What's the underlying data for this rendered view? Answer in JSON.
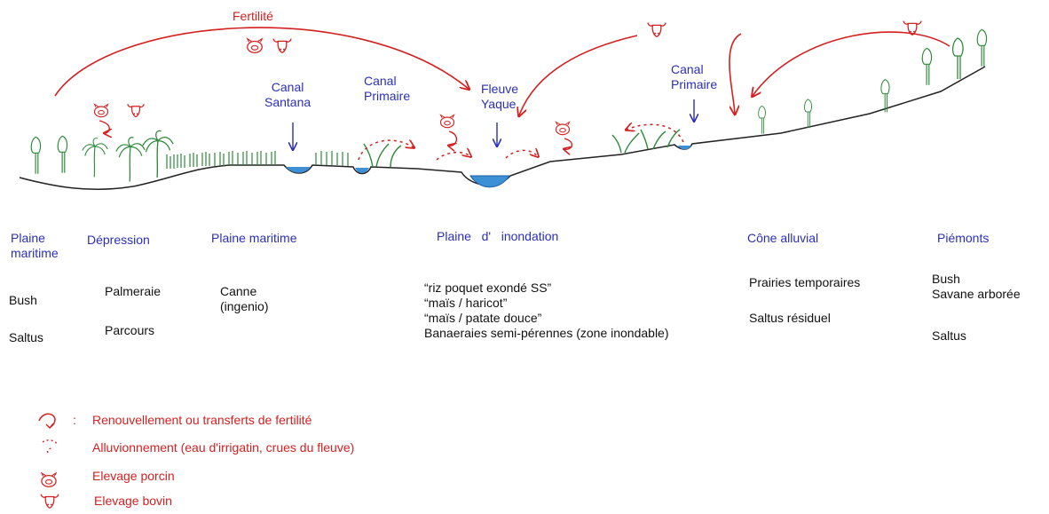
{
  "top_label": "Fertilité",
  "canals": [
    {
      "id": "canal-santana",
      "label": "Canal\nSantana"
    },
    {
      "id": "canal-primaire-1",
      "label": "Canal\nPrimaire"
    },
    {
      "id": "fleuve-yaque",
      "label": "Fleuve\nYaque"
    },
    {
      "id": "canal-primaire-2",
      "label": "Canal\nPrimaire"
    }
  ],
  "zones": [
    {
      "name": "Plaine\nmaritime",
      "uses": [
        "Bush",
        "Saltus"
      ]
    },
    {
      "name": "Dépression",
      "uses": [
        "Palmeraie",
        "Parcours"
      ]
    },
    {
      "name": "Plaine maritime",
      "uses": [
        "Canne\n(ingenio)"
      ]
    },
    {
      "name": "Plaine   d'   inondation",
      "uses": [
        "“riz poquet exondé SS”\n“maïs / haricot”\n“maïs / patate douce”\nBanaeraies semi-pérennes (zone inondable)"
      ]
    },
    {
      "name": "Cône alluvial",
      "uses": [
        "Prairies temporaires",
        "Saltus résiduel"
      ]
    },
    {
      "name": "Piémonts",
      "uses": [
        "Bush\nSavane arborée",
        "Saltus"
      ]
    }
  ],
  "legend": [
    {
      "icon": "fertility-arrow-icon",
      "text": "Renouvellement ou transferts de fertilité"
    },
    {
      "icon": "alluvium-arrow-icon",
      "text": "Alluvionnement (eau d'irrigatin, crues du fleuve)"
    },
    {
      "icon": "pig-icon",
      "text": "Elevage porcin"
    },
    {
      "icon": "cow-icon",
      "text": "Elevage bovin"
    }
  ],
  "legend_prefix": ":",
  "colors": {
    "label_blue": "#2b2fb8",
    "annotation_red": "#d42020",
    "water": "#3d8fd6",
    "vegetation": "#2d8a3a"
  }
}
